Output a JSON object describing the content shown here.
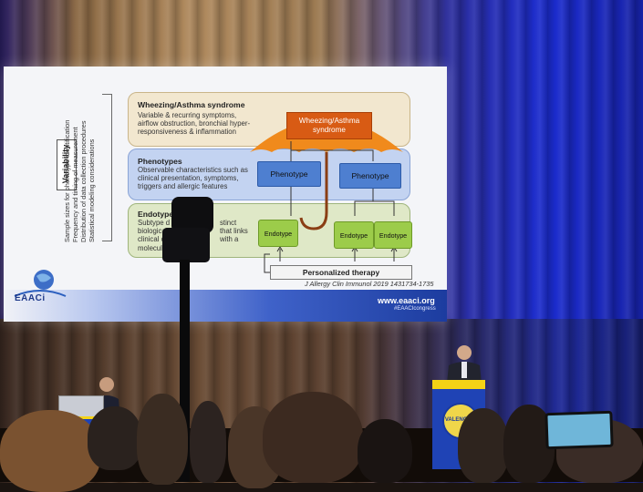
{
  "slide": {
    "variability_title": "Variability",
    "variability_items": [
      "Sample sizes for phenotype identification",
      "Frequency and timing of measurement",
      "Distribution of data collection procedures",
      "Statistical modeling considerations"
    ],
    "wheezing_title": "Wheezing/Asthma syndrome",
    "wheezing_lines": [
      "Variable & recurring symptoms,",
      "airflow obstruction, bronchial hyper-",
      "responsiveness & inflammation"
    ],
    "umbrella_label_line1": "Wheezing/Asthma",
    "umbrella_label_line2": "syndrome",
    "phenotypes_title": "Phenotypes",
    "phenotypes_lines": [
      "Observable characteristics such as",
      "clinical presentation, symptoms,",
      "triggers and allergic features"
    ],
    "phenotype_box_1": "Phenotype",
    "phenotype_box_2": "Phenotype",
    "endotypes_title": "Endotypes",
    "endotypes_lines": [
      "Subtype d",
      "biological mechan",
      "clinical c",
      "molecul"
    ],
    "endotypes_lines_right": [
      "stinct",
      "that links",
      "with a"
    ],
    "endotype_box_1": "Endotype",
    "endotype_box_2": "Endotype",
    "endotype_box_3": "Endotype",
    "therapy": "Personalized therapy",
    "citation": "J Allergy Clin Immunol 2019 1431734-1735",
    "footer_url": "www.eaaci.org",
    "footer_hashtag": "#EAACIcongress",
    "logo_text": "EAACi"
  },
  "podium": {
    "sign_text": "VALENCIA"
  },
  "colors": {
    "umbrella": "#f08a1c",
    "umbrella_label": "#d85b14",
    "phenotype_box": "#4e7fd0",
    "endotype_box": "#9ccc4a",
    "podium": "#1f43b5",
    "podium_trim": "#f4d315"
  }
}
